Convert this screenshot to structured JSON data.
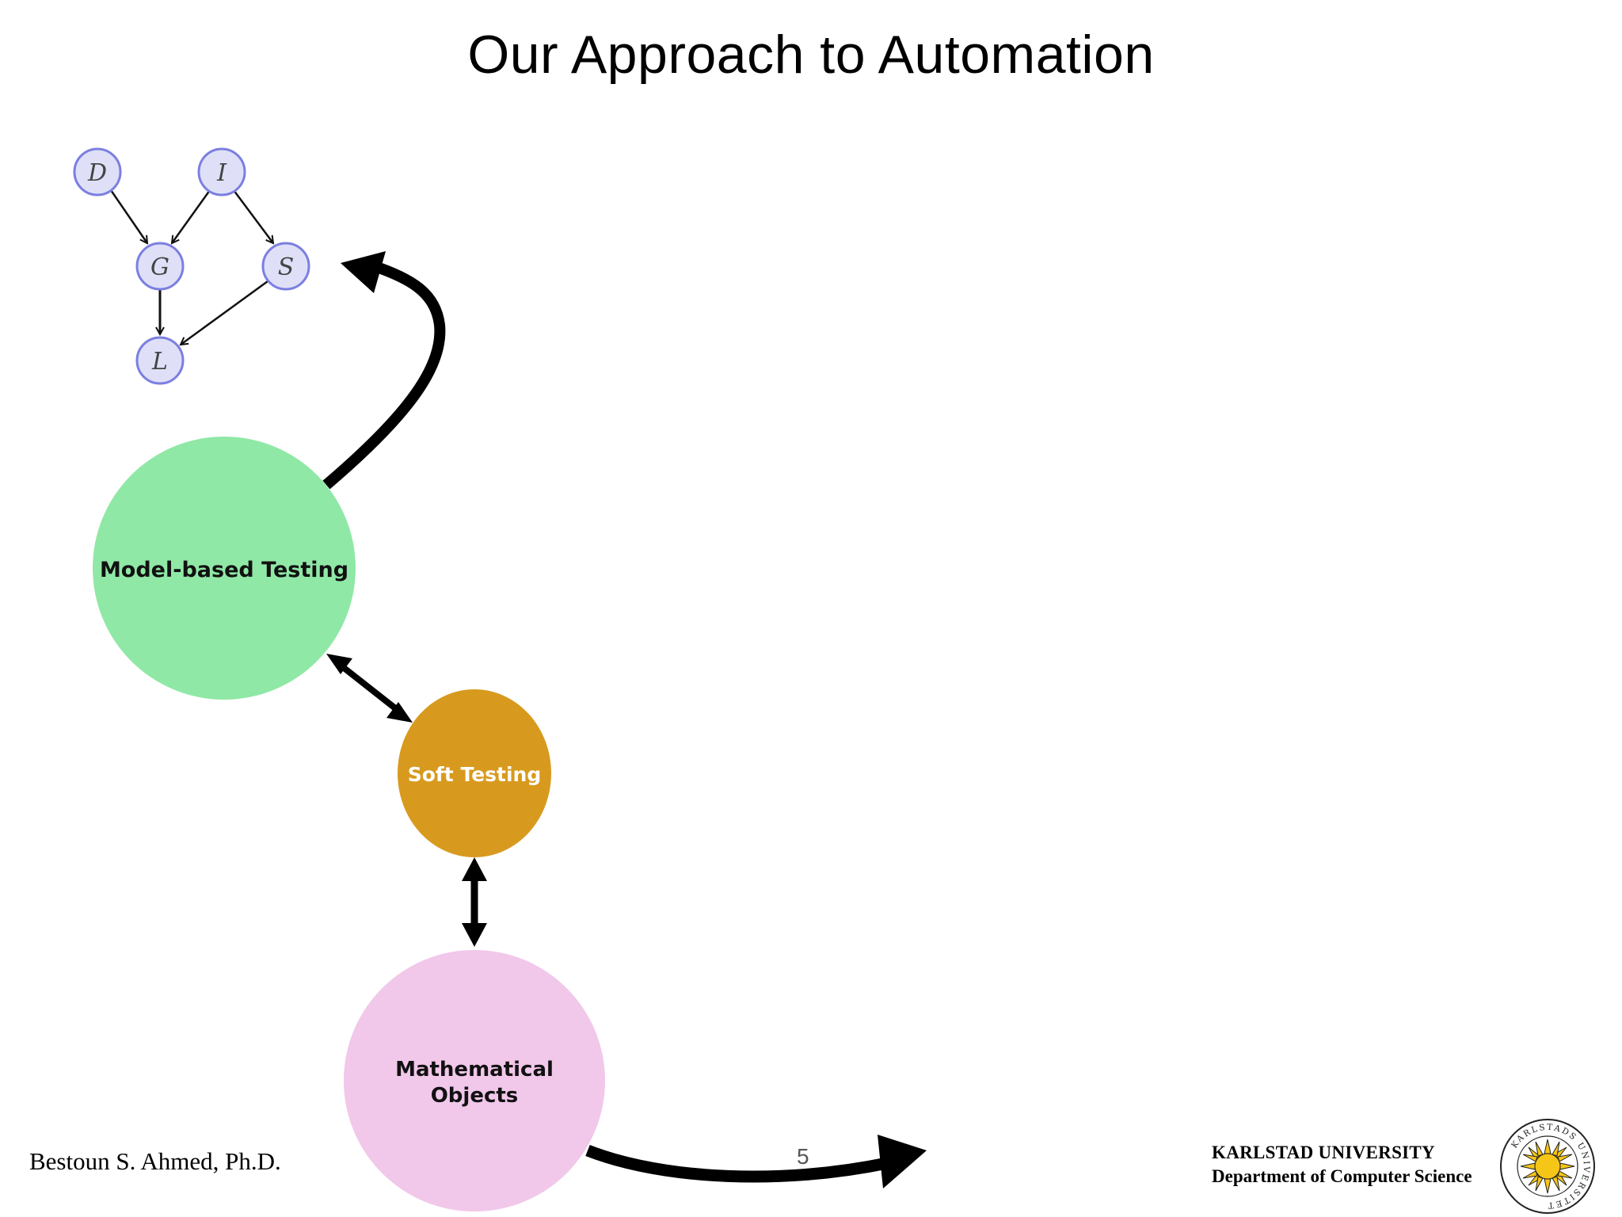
{
  "slide": {
    "title": "Our Approach to Automation",
    "author": "Bestoun S. Ahmed, Ph.D.",
    "page_number": "5",
    "university": {
      "name": "KARLSTAD UNIVERSITY",
      "department": "Department of Computer Science",
      "seal_text": "KARLSTADS UNIVERSITET"
    }
  },
  "graph": {
    "nodes": [
      {
        "id": "D",
        "label": "D"
      },
      {
        "id": "I",
        "label": "I"
      },
      {
        "id": "G",
        "label": "G"
      },
      {
        "id": "S",
        "label": "S"
      },
      {
        "id": "L",
        "label": "L"
      }
    ],
    "edges": [
      {
        "from": "D",
        "to": "G"
      },
      {
        "from": "I",
        "to": "G"
      },
      {
        "from": "I",
        "to": "S"
      },
      {
        "from": "G",
        "to": "L"
      },
      {
        "from": "S",
        "to": "L"
      }
    ]
  },
  "concepts": [
    {
      "id": "model-based-testing",
      "label": "Model-based Testing",
      "color": "#90e8a6"
    },
    {
      "id": "soft-testing",
      "label": "Soft Testing",
      "color": "#d89a1e"
    },
    {
      "id": "mathematical-objects",
      "label": "Mathematical Objects",
      "color": "#f1c7ea"
    }
  ],
  "colors": {
    "node_fill": "#dfe0f8",
    "node_stroke": "#7b7fe0",
    "sun": "#f5c518"
  }
}
